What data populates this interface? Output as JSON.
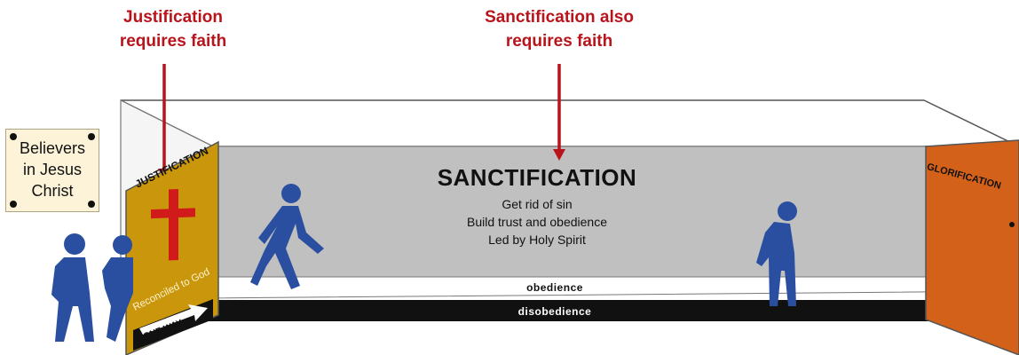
{
  "labels": {
    "justification_faith": [
      "Justification",
      "requires faith"
    ],
    "sanctification_faith": [
      "Sanctification also",
      "requires faith"
    ]
  },
  "board": {
    "lines": [
      "Believers",
      "in Jesus",
      "Christ"
    ]
  },
  "justification_door": {
    "title": "JUSTIFICATION",
    "caption": "Reconciled to God",
    "sign": "ONE WAY"
  },
  "sanctification": {
    "title": "SANCTIFICATION",
    "lines": [
      "Get rid of sin",
      "Build trust and obedience",
      "Led by Holy Spirit"
    ]
  },
  "floor": {
    "obedience": "obedience",
    "disobedience": "disobedience"
  },
  "glorification_door": {
    "title": "GLORIFICATION"
  },
  "colors": {
    "arrow_red": "#b8141b",
    "door_gold": "#c9960c",
    "door_orange": "#d4611a",
    "figure_blue": "#2a4fa0",
    "back_wall": "#c0c0c0",
    "floor_black": "#111111"
  }
}
